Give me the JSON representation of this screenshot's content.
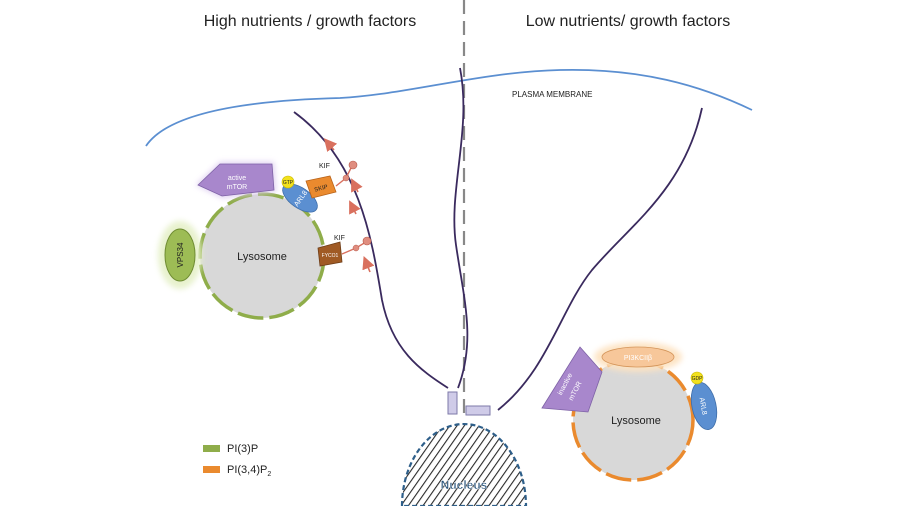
{
  "panels": {
    "left_title": "High nutrients / growth factors",
    "right_title": "Low nutrients/ growth factors"
  },
  "labels": {
    "plasma_membrane": "PLASMA MEMBRANE",
    "nucleus": "Nucleus",
    "lysosome_left": "Lysosome",
    "lysosome_right": "Lysosome",
    "active_mtor_1": "active",
    "active_mtor_2": "mTOR",
    "inactive_mtor_1": "inactive",
    "inactive_mtor_2": "mTOR",
    "vps34": "VPS34",
    "gtp": "GTP",
    "gdp": "GDP",
    "arl8_left": "ARL8",
    "arl8_right": "ARL8",
    "skip": "SKIP",
    "fyco1": "FYCO1",
    "kif_top": "KIF",
    "kif_bottom": "KIF",
    "pi3kc2b": "PI3KCIIβ"
  },
  "legend": {
    "items": [
      {
        "label": "PI(3)P",
        "color": "#8fad4a"
      },
      {
        "label_main": "PI(3,4)P",
        "label_sub": "2",
        "color": "#ea8a2e"
      }
    ]
  },
  "colors": {
    "membrane": "#5b8fd1",
    "microtubule": "#3a2a5e",
    "pi3p": "#8fad4a",
    "pi34p2": "#ea8a2e",
    "mtor": "#a887cc",
    "arl8": "#5b8fd1",
    "arrow": "#d9705e",
    "nucleus_border": "#2e5f8a",
    "divider": "#888888"
  }
}
